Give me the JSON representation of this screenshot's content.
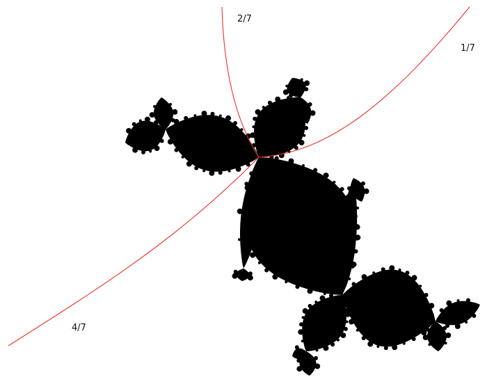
{
  "labels": {
    "ray_1_7": "1/7",
    "ray_2_7": "2/7",
    "ray_4_7": "4/7"
  },
  "colors": {
    "background": "#ffffff",
    "julia_set": "#000000",
    "rays": "#e8332a"
  }
}
